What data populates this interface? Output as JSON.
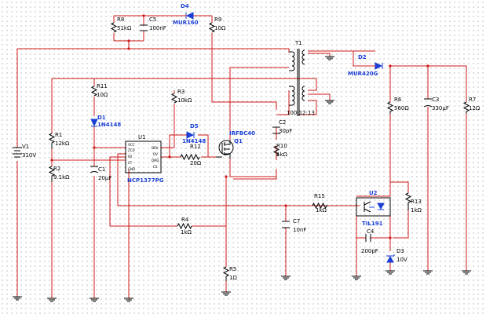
{
  "components": {
    "r8": {
      "ref": "R8",
      "value": "51kΩ"
    },
    "c5": {
      "ref": "C5",
      "value": "100nF"
    },
    "d4": {
      "ref": "D4",
      "value": "MUR160"
    },
    "r9": {
      "ref": "R9",
      "value": "10Ω"
    },
    "t1": {
      "ref": "T1",
      "value": "100:12:13"
    },
    "d2": {
      "ref": "D2",
      "value": "MUR420G"
    },
    "r11": {
      "ref": "R11",
      "value": "10Ω"
    },
    "r3": {
      "ref": "R3",
      "value": "10kΩ"
    },
    "d1": {
      "ref": "D1",
      "value": "1N4148"
    },
    "v1": {
      "ref": "V1",
      "value": "310V"
    },
    "r1": {
      "ref": "R1",
      "value": "12kΩ"
    },
    "r2": {
      "ref": "R2",
      "value": "9.1kΩ"
    },
    "c1": {
      "ref": "C1",
      "value": "20µF"
    },
    "u1": {
      "ref": "U1",
      "value": "NCP1377PG"
    },
    "d5": {
      "ref": "D5",
      "value": "1N4148"
    },
    "r12": {
      "ref": "R12",
      "value": "20Ω"
    },
    "q1": {
      "ref": "Q1",
      "value": "IRFBC40"
    },
    "c2": {
      "ref": "C2",
      "value": "30pF"
    },
    "r10": {
      "ref": "R10",
      "value": "1kΩ"
    },
    "r6": {
      "ref": "R6",
      "value": "560Ω"
    },
    "c3": {
      "ref": "C3",
      "value": "330µF"
    },
    "r7": {
      "ref": "R7",
      "value": "12Ω"
    },
    "r15": {
      "ref": "R15",
      "value": "1kΩ"
    },
    "u2": {
      "ref": "U2",
      "value": "TIL191"
    },
    "r13": {
      "ref": "R13",
      "value": "1kΩ"
    },
    "r4": {
      "ref": "R4",
      "value": "1kΩ"
    },
    "c7": {
      "ref": "C7",
      "value": "10nF"
    },
    "c4": {
      "ref": "C4",
      "value": "200pF"
    },
    "d3": {
      "ref": "D3",
      "value": "10V"
    },
    "r5": {
      "ref": "R5",
      "value": "1Ω"
    }
  },
  "u1_pins": {
    "vcc": "VCC",
    "zcd": "ZCD",
    "fb": "FB",
    "drv": "DRV",
    "ct": "CT",
    "cs": "CS",
    "gnd": "GND",
    "ov": "OV",
    "dmg": "DMG"
  },
  "colors": {
    "wire": "#d01818",
    "component": "#000000",
    "diode_label": "#1a3fd6",
    "grid_dot": "#8f8f8f"
  }
}
